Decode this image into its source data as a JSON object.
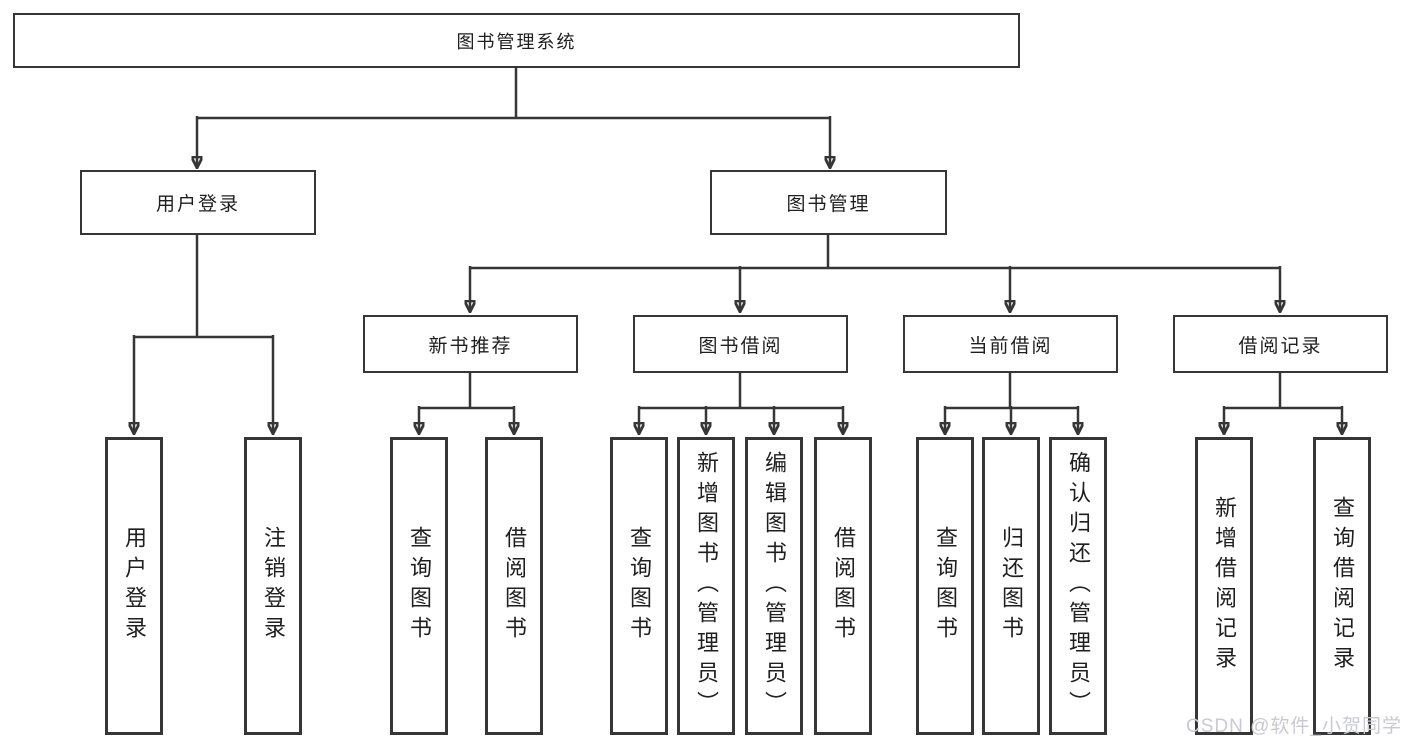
{
  "nodes": {
    "root": "图书管理系统",
    "level1": {
      "user_login": "用户登录",
      "book_management": "图书管理"
    },
    "level2": {
      "new_book_recommend": "新书推荐",
      "book_borrowing": "图书借阅",
      "current_borrowing": "当前借阅",
      "borrow_records": "借阅记录"
    },
    "leaves": {
      "user_login_login": "用户登录",
      "user_login_logout": "注销登录",
      "new_book_query": "查询图书",
      "new_book_borrow": "借阅图书",
      "borrowing_query": "查询图书",
      "borrowing_add_admin": "新增图书（管理员）",
      "borrowing_edit_admin": "编辑图书（管理员）",
      "borrowing_borrow": "借阅图书",
      "current_query": "查询图书",
      "current_return": "归还图书",
      "current_confirm_return_admin": "确认归还（管理员）",
      "records_add": "新增借阅记录",
      "records_query": "查询借阅记录"
    }
  },
  "watermark": "CSDN @软件_小贺同学",
  "colors": {
    "line": "#363636",
    "text": "#1f1f1f",
    "box_bg": "#ffffff",
    "page_bg": "#ffffff",
    "watermark": "#c9c9d3"
  }
}
